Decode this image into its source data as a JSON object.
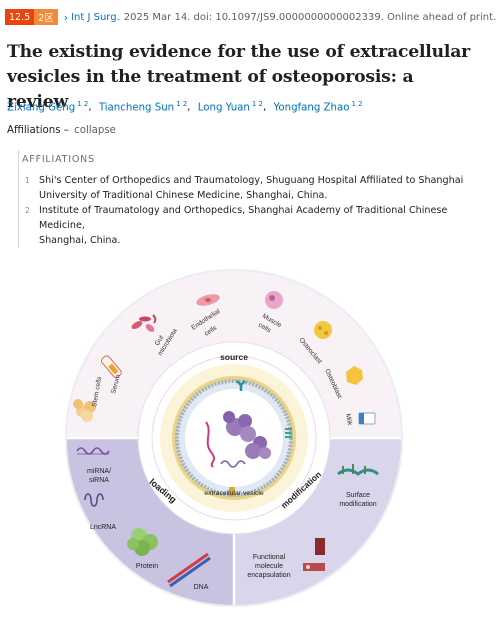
{
  "citation": {
    "impact_factor": "12.5",
    "quartile": "2区",
    "journal": "Int J Surg.",
    "details": "2025 Mar 14. doi: 10.1097/JS9.0000000000002339. Online ahead of print."
  },
  "title": "The existing evidence for the use of extracellular vesicles in the treatment of osteoporosis: a review",
  "authors": [
    {
      "name": "Zixiang Geng",
      "sup": "1 2"
    },
    {
      "name": "Tiancheng Sun",
      "sup": "1 2"
    },
    {
      "name": "Long Yuan",
      "sup": "1 2"
    },
    {
      "name": "Yongfang Zhao",
      "sup": "1 2"
    }
  ],
  "affiliations_toggle": {
    "label": "Affiliations",
    "action": "collapse"
  },
  "affiliations": {
    "heading": "AFFILIATIONS",
    "items": [
      {
        "num": "1",
        "line1": "Shi's Center of Orthopedics and Traumatology, Shuguang Hospital Affiliated to Shanghai",
        "line2": "University of Traditional Chinese Medicine, Shanghai, China."
      },
      {
        "num": "2",
        "line1": "Institute of Traumatology and Orthopedics, Shanghai Academy of Traditional Chinese Medicine,",
        "line2": "Shanghai, China."
      }
    ]
  },
  "figure": {
    "center": "extracellular vesicle",
    "sections": {
      "source": "source",
      "loading": "loading",
      "modification": "modification"
    },
    "sources": [
      "Stem cells",
      "Serum",
      "Gut",
      "microbiota",
      "Endothelial",
      "cells",
      "Muscle",
      "cells",
      "Osteoclast",
      "Osteoblast",
      "Milk"
    ],
    "loading_items": [
      "miRNA/",
      "siRNA",
      "LncRNA",
      "Protein",
      "DNA"
    ],
    "modification_items": [
      "Surface",
      "modification",
      "Functional",
      "molecule",
      "encapsulation"
    ]
  },
  "colors": {
    "badge_dark": "#e8440d",
    "badge_light": "#f28a3a",
    "link": "#0071bc",
    "source_ring": "#f8f1f5",
    "loading": "#c8c3e0",
    "modification": "#d9d6ec",
    "core": "#fbf4d9"
  }
}
